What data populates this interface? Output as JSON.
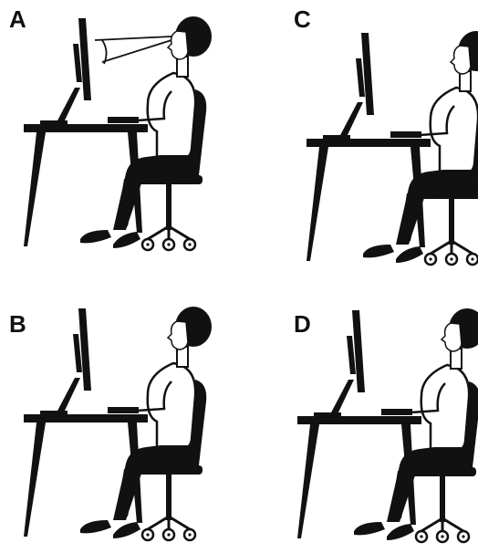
{
  "panels": [
    {
      "label": "A"
    },
    {
      "label": "C"
    },
    {
      "label": "B"
    },
    {
      "label": "D"
    }
  ],
  "colors": {
    "ink": "#111111",
    "figure_fill": "#ffffff",
    "background": "#ffffff"
  }
}
